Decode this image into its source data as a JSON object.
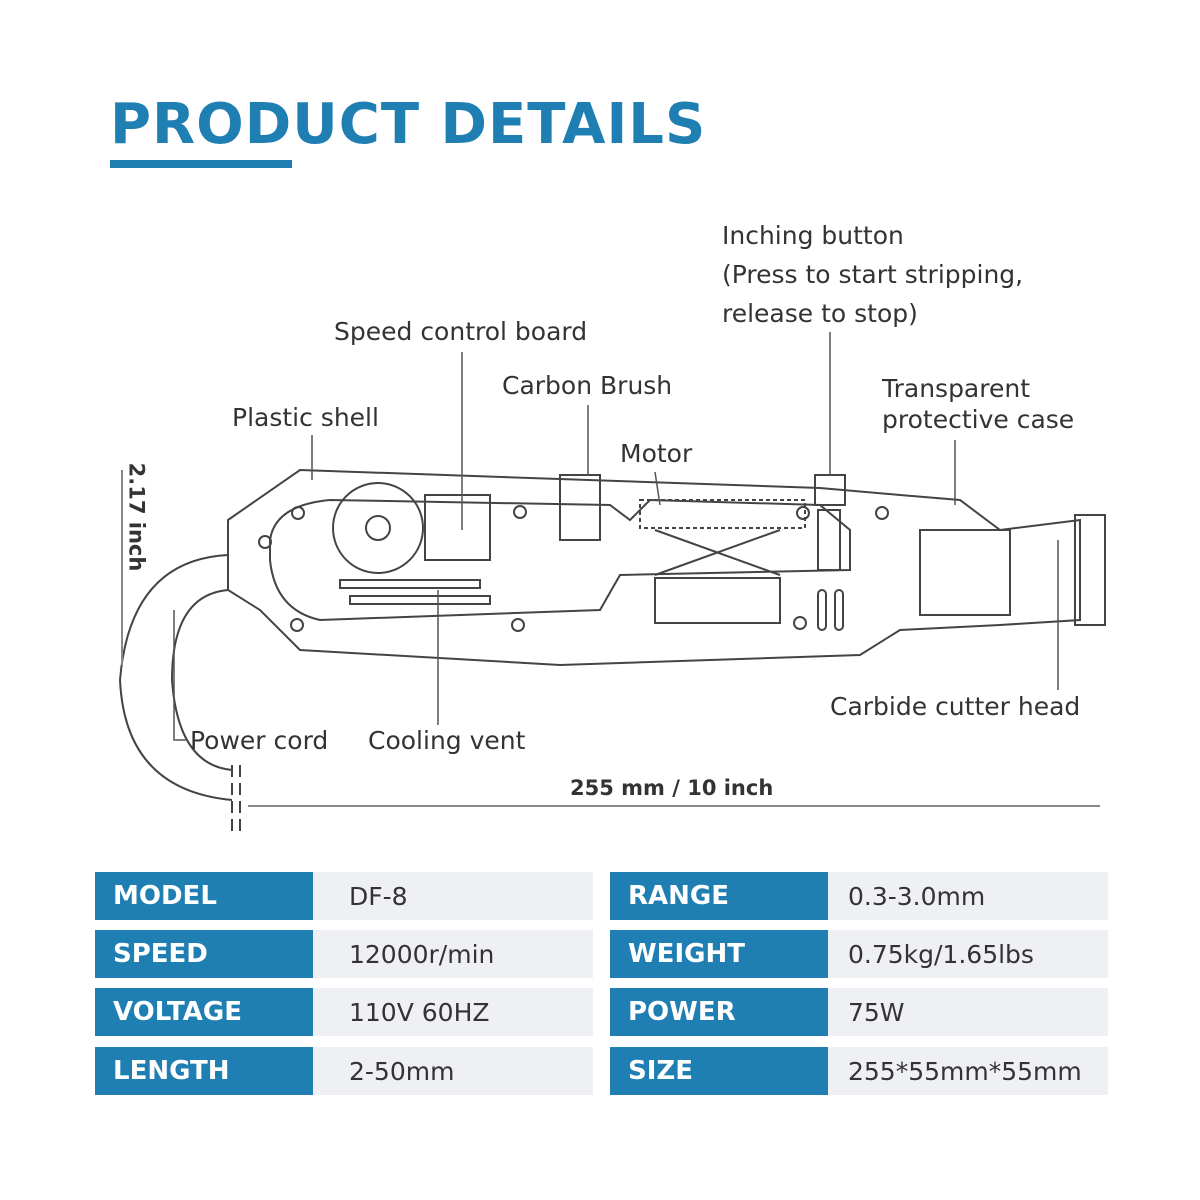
{
  "title": "PRODUCT DETAILS",
  "callouts": {
    "inching": "Inching button",
    "inching_note1": "(Press to start stripping,",
    "inching_note2": "release to stop)",
    "speed_board": "Speed control board",
    "carbon_brush": "Carbon Brush",
    "plastic_shell": "Plastic shell",
    "motor": "Motor",
    "transparent1": "Transparent",
    "transparent2": "protective case",
    "carbide": "Carbide cutter head",
    "power_cord": "Power cord",
    "cooling_vent": "Cooling vent"
  },
  "dimensions": {
    "height": "2.17 inch",
    "length": "255 mm / 10 inch"
  },
  "specs": {
    "left": [
      {
        "label": "MODEL",
        "value": "DF-8"
      },
      {
        "label": "SPEED",
        "value": "12000r/min"
      },
      {
        "label": "VOLTAGE",
        "value": "110V 60HZ"
      },
      {
        "label": "LENGTH",
        "value": "2-50mm"
      }
    ],
    "right": [
      {
        "label": "RANGE",
        "value": "0.3-3.0mm"
      },
      {
        "label": "WEIGHT",
        "value": "0.75kg/1.65lbs"
      },
      {
        "label": "POWER",
        "value": "75W"
      },
      {
        "label": "SIZE",
        "value": "255*55mm*55mm"
      }
    ]
  },
  "colors": {
    "accent": "#1f7fb3",
    "cell": "#eef0f4"
  }
}
